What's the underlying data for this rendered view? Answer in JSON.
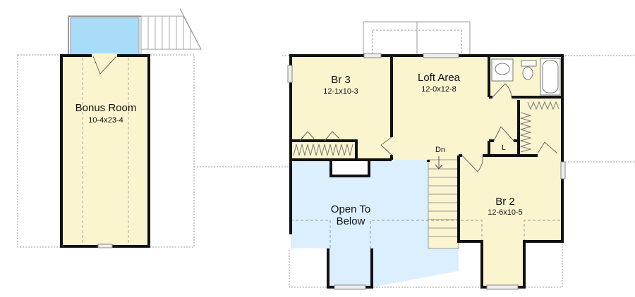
{
  "plan": {
    "rooms": [
      {
        "name": "Bonus Room",
        "size": "10-4x23-4"
      },
      {
        "name": "Br 3",
        "size": "12-1x10-3"
      },
      {
        "name": "Loft Area",
        "size": "12-0x12-8"
      },
      {
        "name": "Br 2",
        "size": "12-6x10-5"
      }
    ],
    "open_to_below": "Open To Below",
    "open_line1": "Open To",
    "open_line2": "Below",
    "stairs_label": "Dn",
    "linen_label": "L"
  },
  "colors": {
    "room_fill": "#fbf5cf",
    "open_fill": "#dcefff",
    "balcony_fill": "#a9dcf8",
    "wall": "#111111"
  }
}
